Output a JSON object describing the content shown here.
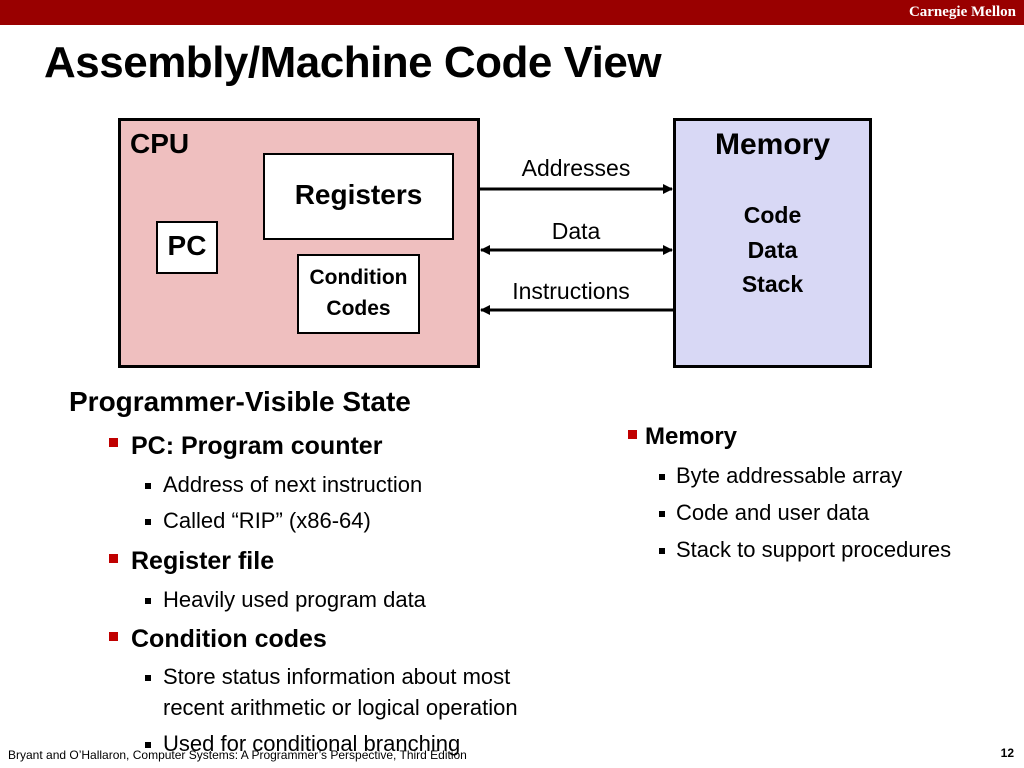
{
  "header": {
    "brand": "Carnegie Mellon"
  },
  "title": "Assembly/Machine Code View",
  "diagram": {
    "cpu": {
      "label": "CPU",
      "registers": "Registers",
      "pc": "PC",
      "cc_line1": "Condition",
      "cc_line2": "Codes"
    },
    "memory": {
      "label": "Memory",
      "items": [
        "Code",
        "Data",
        "Stack"
      ]
    },
    "arrows": {
      "addresses": "Addresses",
      "data": "Data",
      "instructions": "Instructions"
    }
  },
  "state": {
    "heading": "Programmer-Visible State",
    "pc_title": "PC: Program counter",
    "pc_items": [
      "Address of next instruction",
      "Called “RIP” (x86-64)"
    ],
    "regfile_title": "Register file",
    "regfile_items": [
      "Heavily used program data"
    ],
    "cc_title": "Condition codes",
    "cc_item1_line1": "Store status information about most",
    "cc_item1_line2": "recent arithmetic or logical operation",
    "cc_item2": "Used for conditional branching"
  },
  "memory_notes": {
    "title": "Memory",
    "items": [
      "Byte addressable array",
      "Code and user data",
      "Stack to support procedures"
    ]
  },
  "footer": {
    "citation": "Bryant and O’Hallaron, Computer Systems: A Programmer’s Perspective, Third Edition",
    "page": "12"
  },
  "colors": {
    "accent": "#990000",
    "bullet": "#c00000",
    "cpu_fill": "#efbfbf",
    "memory_fill": "#d8d8f5"
  }
}
